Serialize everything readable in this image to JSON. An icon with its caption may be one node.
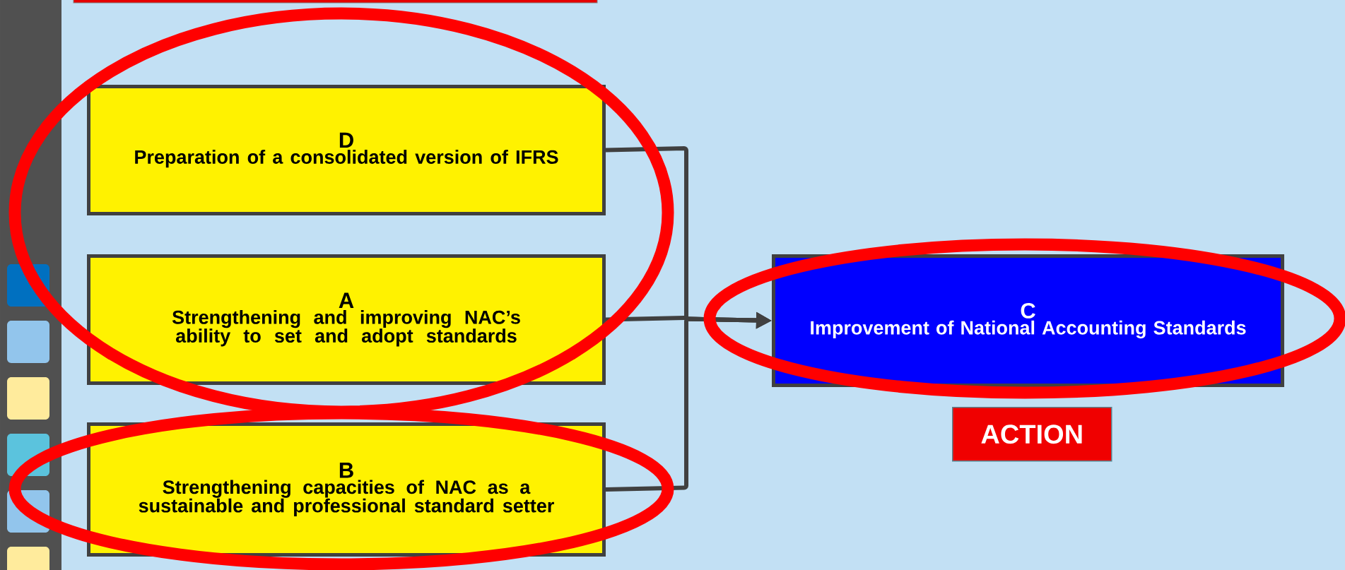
{
  "diagram": {
    "nodes": [
      {
        "text": [
          "D",
          "Preparation of a consolidated version of IFRS"
        ]
      },
      {
        "text": [
          "A",
          "Strengthening and improving NAC’s ability to set and adopt standards"
        ]
      },
      {
        "text": [
          "B",
          "Strengthening capacities of NAC as a sustainable and professional standard setter"
        ]
      },
      {
        "text": [
          "C",
          "Improvement of National Accounting Standards"
        ]
      },
      {
        "text": [
          "ACTION"
        ]
      }
    ],
    "edges": [
      {
        "from": 0,
        "to": 3,
        "arrow": "to"
      },
      {
        "from": 1,
        "to": 3,
        "arrow": "to"
      },
      {
        "from": 2,
        "to": 3,
        "arrow": "to"
      }
    ]
  }
}
